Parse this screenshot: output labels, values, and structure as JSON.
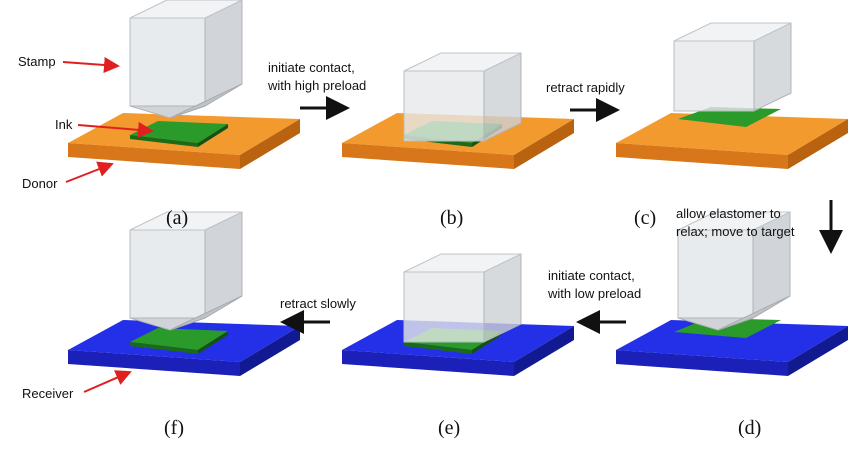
{
  "labels": {
    "stamp": "Stamp",
    "ink": "Ink",
    "donor": "Donor",
    "receiver": "Receiver"
  },
  "steps": {
    "ab": [
      "initiate contact,",
      "with high preload"
    ],
    "bc": [
      "retract rapidly"
    ],
    "cd": [
      "allow elastomer to",
      "relax; move to target"
    ],
    "de": [
      "initiate contact,",
      "with low preload"
    ],
    "ef": [
      "retract slowly"
    ]
  },
  "captions": [
    "(a)",
    "(b)",
    "(c)",
    "(d)",
    "(e)",
    "(f)"
  ],
  "colors": {
    "donor": "#f08a1e",
    "receiver": "#1a22d8",
    "ink": "#1f8a1f",
    "stamp": "#d8dce0",
    "pointer": "#e02020"
  }
}
